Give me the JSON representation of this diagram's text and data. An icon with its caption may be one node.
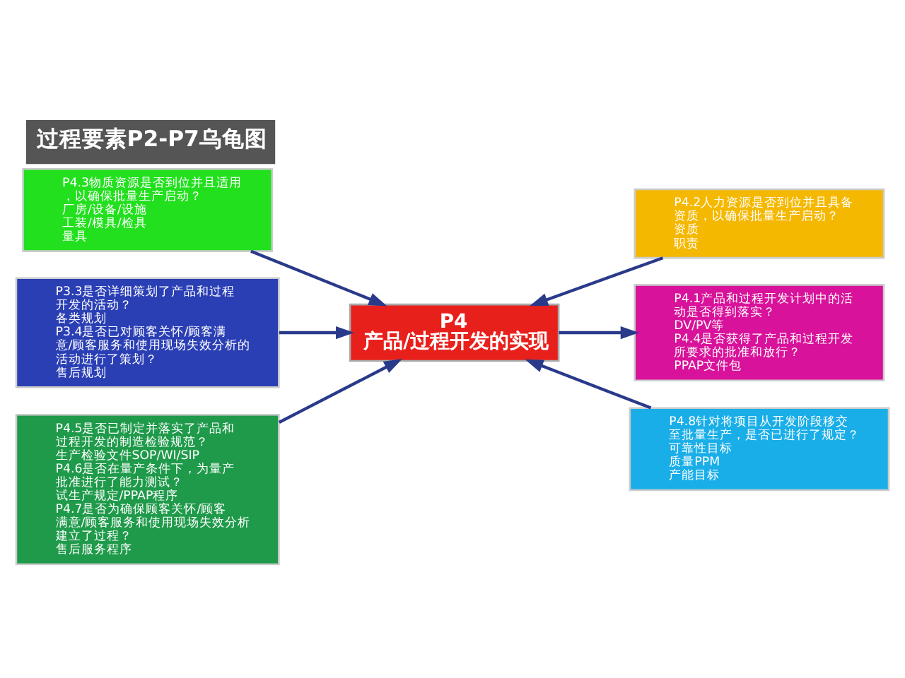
{
  "diagram": {
    "title": "过程要素P2-P7乌龟图",
    "nodes": [
      {
        "text": [
          "P4.3物质资源是否到位并且适用，以确保批量生产启动？",
          "厂房/设备/设施",
          "工装/模具/检具",
          "量具"
        ]
      },
      {
        "text": [
          "P4.2人力资源是否到位并且具备资质，以确保批量生产启动？",
          "资质",
          "职责"
        ]
      },
      {
        "text": [
          "P3.3是否详细策划了产品和过程开发的活动？",
          "各类规划",
          "P3.4是否已对顾客关怀/顾客满意/顾客服务和使用现场失效分析的活动进行了策划？",
          "售后规划"
        ]
      },
      {
        "text": [
          "P4",
          "产品/过程开发的实现"
        ]
      },
      {
        "text": [
          "P4.1产品和过程开发计划中的活动是否得到落实？",
          "DV/PV等",
          "P4.4是否获得了产品和过程开发所要求的批准和放行？",
          "PPAP文件包"
        ]
      },
      {
        "text": [
          "P4.5是否已制定并落实了产品和过程开发的制造检验规范？",
          "生产检验文件SOP/WI/SIP",
          "P4.6是否在量产条件下，为量产批准进行了能力测试？",
          "试生产规定/PPAP程序",
          "P4.7是否为确保顾客关怀/顾客满意/顾客服务和使用现场失效分析建立了过程？",
          "售后服务程序"
        ]
      },
      {
        "text": [
          "P4.8针对将项目从开发阶段移交至批量生产，是否已进行了规定？",
          "可靠性目标",
          "质量PPM",
          "产能目标"
        ]
      }
    ],
    "edges": [
      {
        "from": 0,
        "to": 3,
        "arrow": "to"
      },
      {
        "from": 1,
        "to": 3,
        "arrow": "to"
      },
      {
        "from": 2,
        "to": 3,
        "arrow": "to"
      },
      {
        "from": 3,
        "to": 4,
        "arrow": "to"
      },
      {
        "from": 5,
        "to": 3,
        "arrow": "to"
      },
      {
        "from": 6,
        "to": 3,
        "arrow": "to"
      }
    ]
  }
}
